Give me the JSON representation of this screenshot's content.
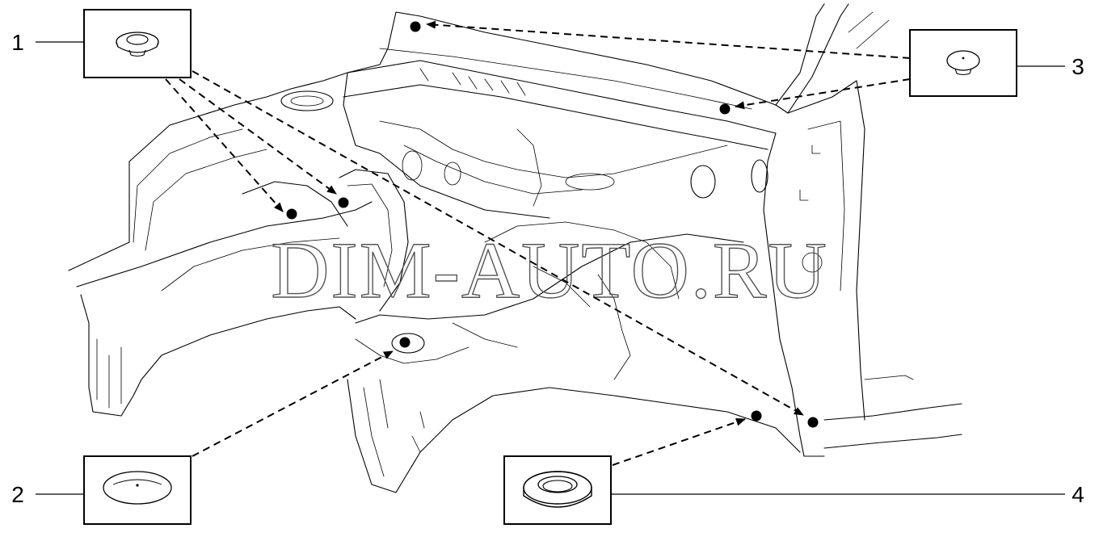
{
  "callouts": [
    {
      "id": "1",
      "label": "1",
      "part": "small-grommet-plug"
    },
    {
      "id": "2",
      "label": "2",
      "part": "flat-hole-plug"
    },
    {
      "id": "3",
      "label": "3",
      "part": "dome-hole-plug"
    },
    {
      "id": "4",
      "label": "4",
      "part": "ring-grommet"
    }
  ],
  "watermark": "DIM-AUTO.RU",
  "colors": {
    "line": "#000000",
    "background": "#ffffff",
    "watermark": "#555555"
  }
}
